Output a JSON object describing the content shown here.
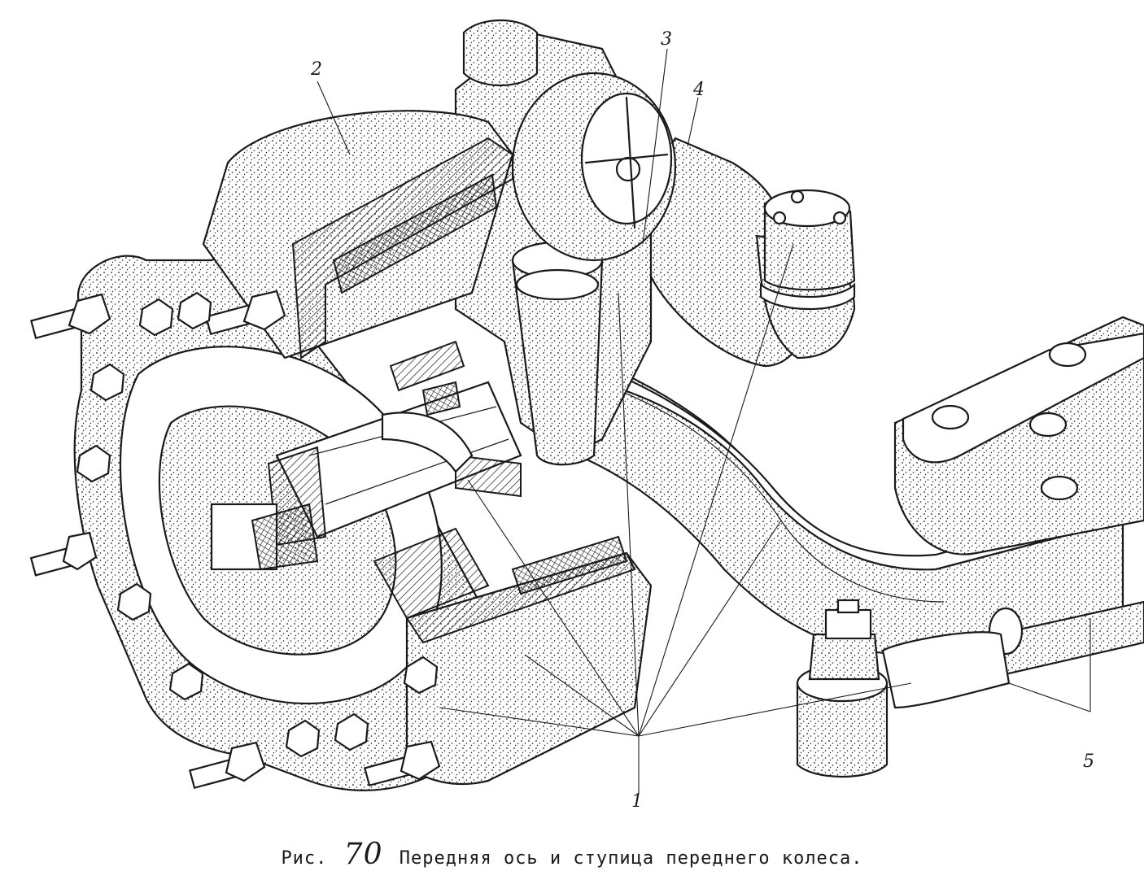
{
  "figure": {
    "callouts": [
      "1",
      "2",
      "3",
      "4",
      "5"
    ]
  },
  "caption": {
    "prefix": "Рис.",
    "number": "70",
    "text": "Передняя ось и ступица переднего колеса."
  }
}
